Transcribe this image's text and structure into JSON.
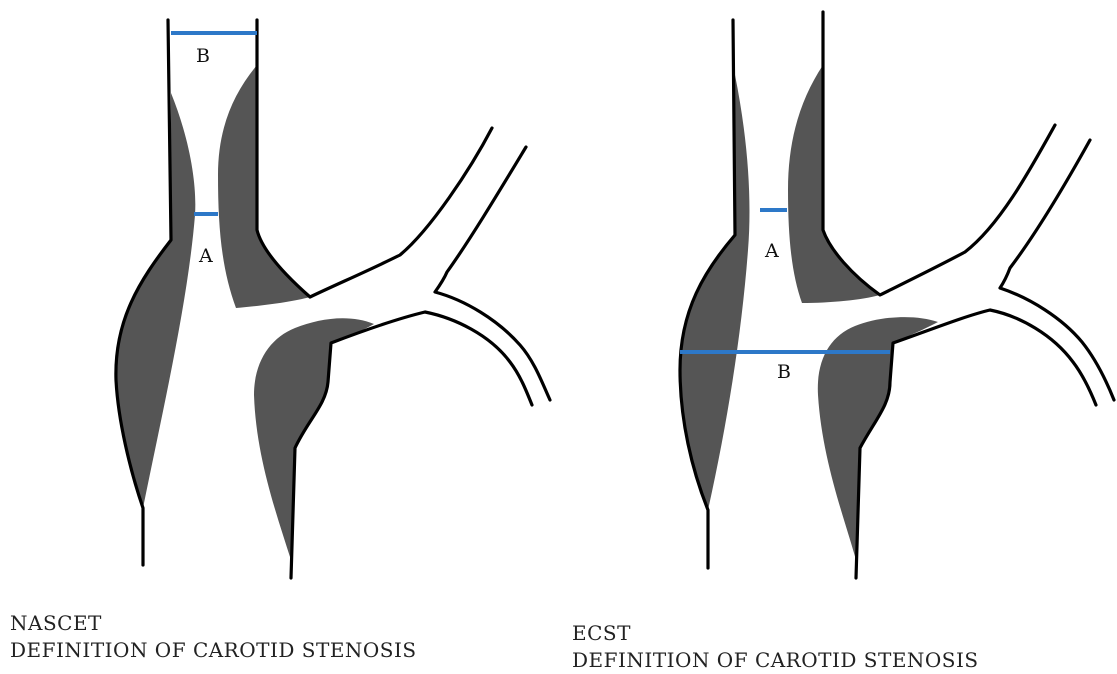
{
  "nascet": {
    "title": "NASCET",
    "subtitle": "DEFINITION OF CAROTID STENOSIS",
    "label_a": "A",
    "label_b": "B"
  },
  "ecst": {
    "title": "ECST",
    "subtitle": "DEFINITION OF CAROTID STENOSIS",
    "label_a": "A",
    "label_b": "B"
  },
  "colors": {
    "plaque": "#555555",
    "measurement_line": "#2d78c8",
    "vessel_wall": "#000000"
  }
}
